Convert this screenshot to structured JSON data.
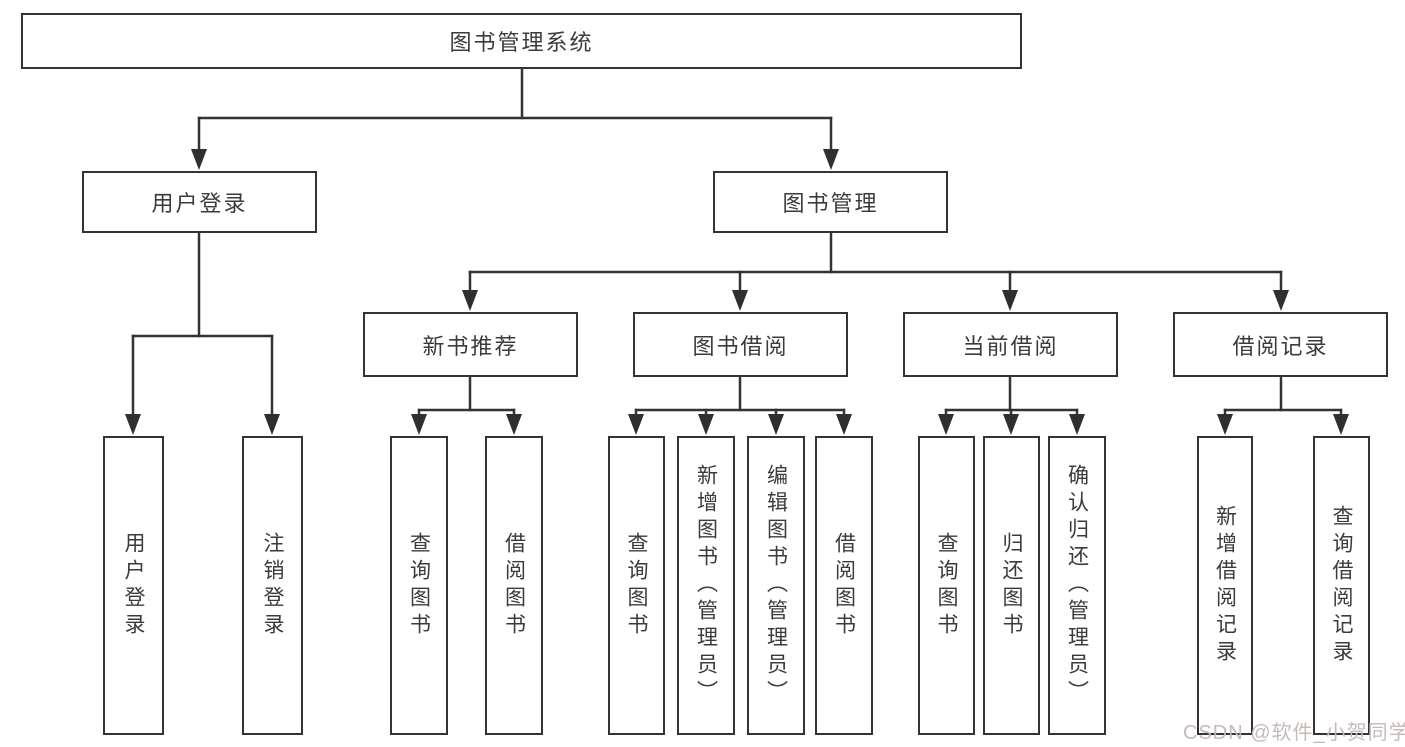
{
  "tree": {
    "label": "图书管理系统",
    "children": [
      {
        "label": "用户登录",
        "children": [
          {
            "label": "用户登录"
          },
          {
            "label": "注销登录"
          }
        ]
      },
      {
        "label": "图书管理",
        "children": [
          {
            "label": "新书推荐",
            "children": [
              {
                "label": "查询图书"
              },
              {
                "label": "借阅图书"
              }
            ]
          },
          {
            "label": "图书借阅",
            "children": [
              {
                "label": "查询图书"
              },
              {
                "label": "新增图书（管理员）"
              },
              {
                "label": "编辑图书（管理员）"
              },
              {
                "label": "借阅图书"
              }
            ]
          },
          {
            "label": "当前借阅",
            "children": [
              {
                "label": "查询图书"
              },
              {
                "label": "归还图书"
              },
              {
                "label": "确认归还（管理员）"
              }
            ]
          },
          {
            "label": "借阅记录",
            "children": [
              {
                "label": "新增借阅记录"
              },
              {
                "label": "查询借阅记录"
              }
            ]
          }
        ]
      }
    ]
  },
  "watermark": {
    "text": "CSDN @软件_小贺同学"
  },
  "colors": {
    "line": "#333333",
    "text": "#3b3b3b",
    "watermark": "#c9b8b8",
    "background": "#ffffff"
  }
}
